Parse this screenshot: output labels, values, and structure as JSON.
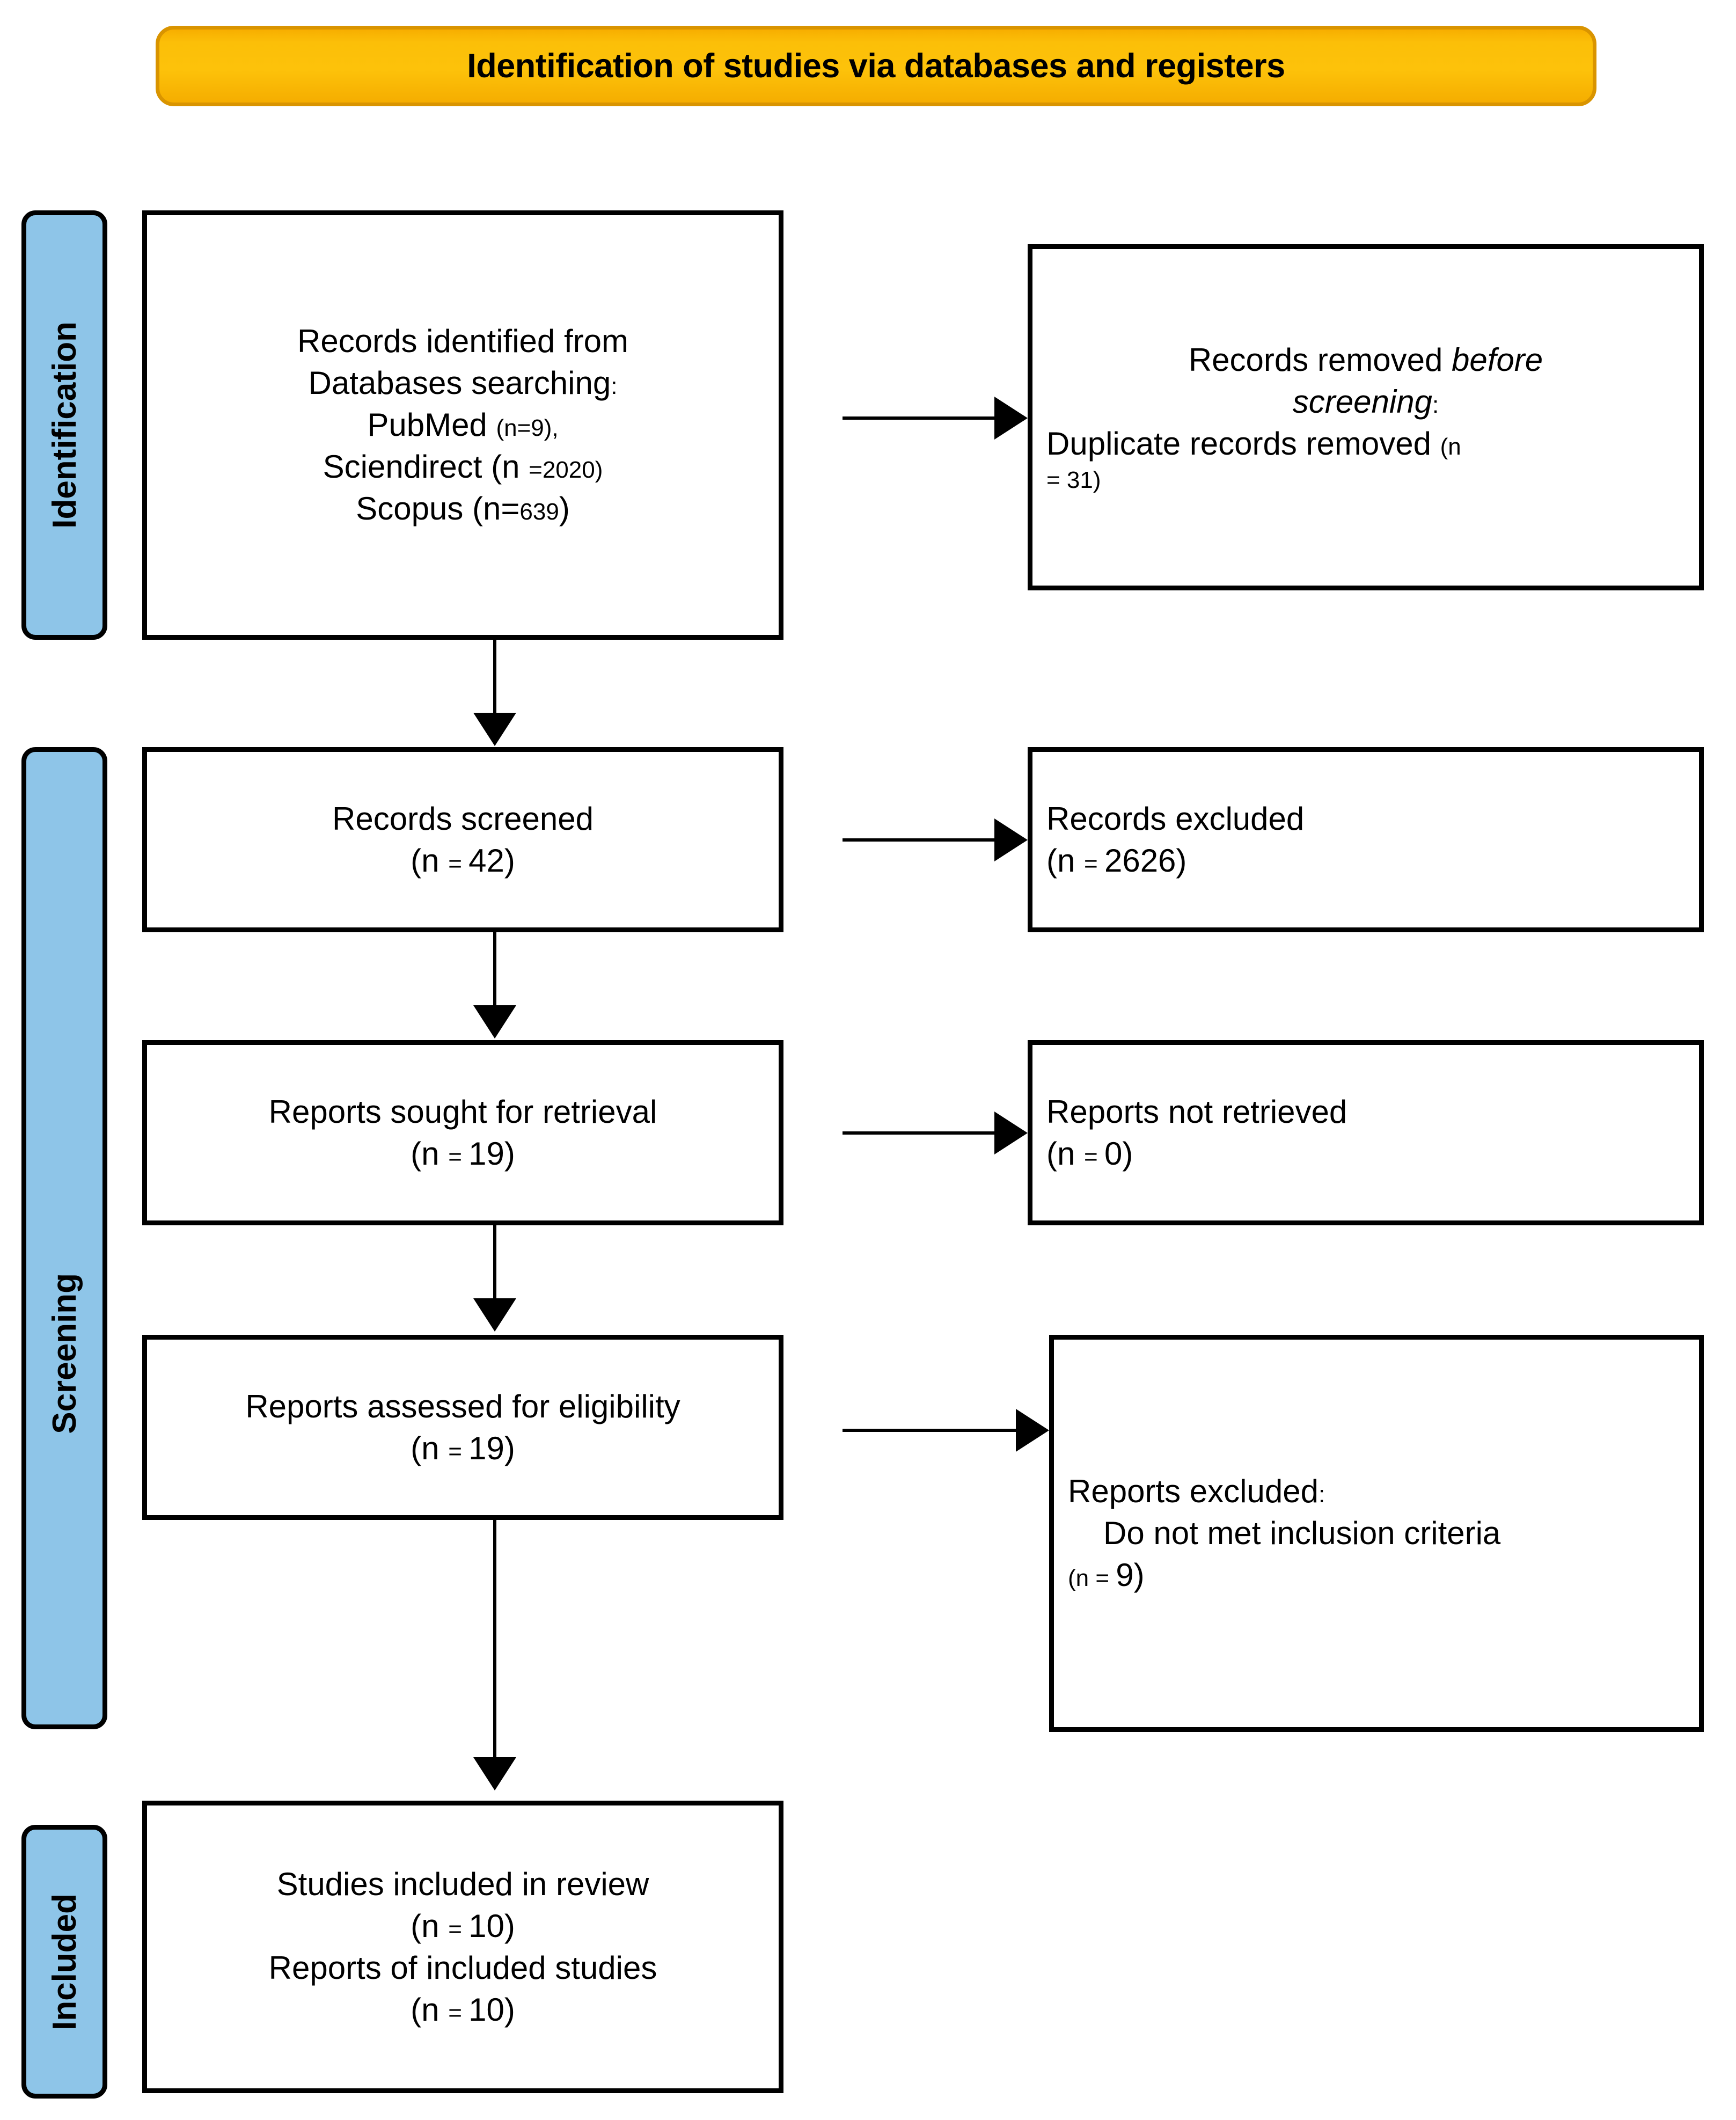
{
  "banner": {
    "title": "Identification of studies via databases and registers"
  },
  "stages": [
    {
      "id": "identification",
      "label": "Identification"
    },
    {
      "id": "screening",
      "label": "Screening"
    },
    {
      "id": "included",
      "label": "Included"
    }
  ],
  "boxes": {
    "records_identified": {
      "line1": "Records identified from",
      "line2": "Databases searching",
      "line2_colon": ":",
      "pubmed_label": "PubMed",
      "pubmed_n": "(n=9),",
      "sciencedirect_label": "Sciendirect (n ",
      "sciencedirect_n": "=2020)",
      "scopus_label": "Scopus (n=",
      "scopus_n": "639",
      "scopus_close": ")"
    },
    "records_removed": {
      "line1_plain": "Records removed ",
      "line1_italic": "before",
      "line2_italic": "screening",
      "line2_colon": ":",
      "line3_plain": "Duplicate records removed ",
      "line3_n_open": "(n",
      "line4_n": "= 31)"
    },
    "records_screened": {
      "line1": "Records screened",
      "n_open": "(n ",
      "n_eq": "= ",
      "n_value": "42)"
    },
    "records_excluded": {
      "line1": "Records excluded",
      "n_open": "(n ",
      "n_eq": "= ",
      "n_value": "2626)"
    },
    "reports_sought": {
      "line1": "Reports sought for retrieval",
      "n_open": "(n ",
      "n_eq": "= ",
      "n_value": "19)"
    },
    "reports_not_retrieved": {
      "line1": "Reports not retrieved",
      "n_open": "(n ",
      "n_eq": "= ",
      "n_value": "0)"
    },
    "reports_assessed": {
      "line1": "Reports assessed for eligibility",
      "n_open": "(n ",
      "n_eq": "= ",
      "n_value": "19)"
    },
    "reports_excluded": {
      "line1": "Reports excluded",
      "line1_colon": ":",
      "line2": "Do not met inclusion criteria",
      "n_open": "(n ",
      "n_eq": "= ",
      "n_value": "9)"
    },
    "studies_included": {
      "line1": "Studies included in review",
      "n1_open": "(n ",
      "n1_eq": "= ",
      "n1_value": "10)",
      "line2": "Reports of included studies",
      "n2_open": "(n ",
      "n2_eq": "= ",
      "n2_value": "10)"
    }
  },
  "colors": {
    "banner_fill": "#fcbf08",
    "banner_border": "#d99400",
    "stage_tab_fill": "#8ec5e8",
    "box_border": "#000000",
    "connector": "#000000"
  }
}
